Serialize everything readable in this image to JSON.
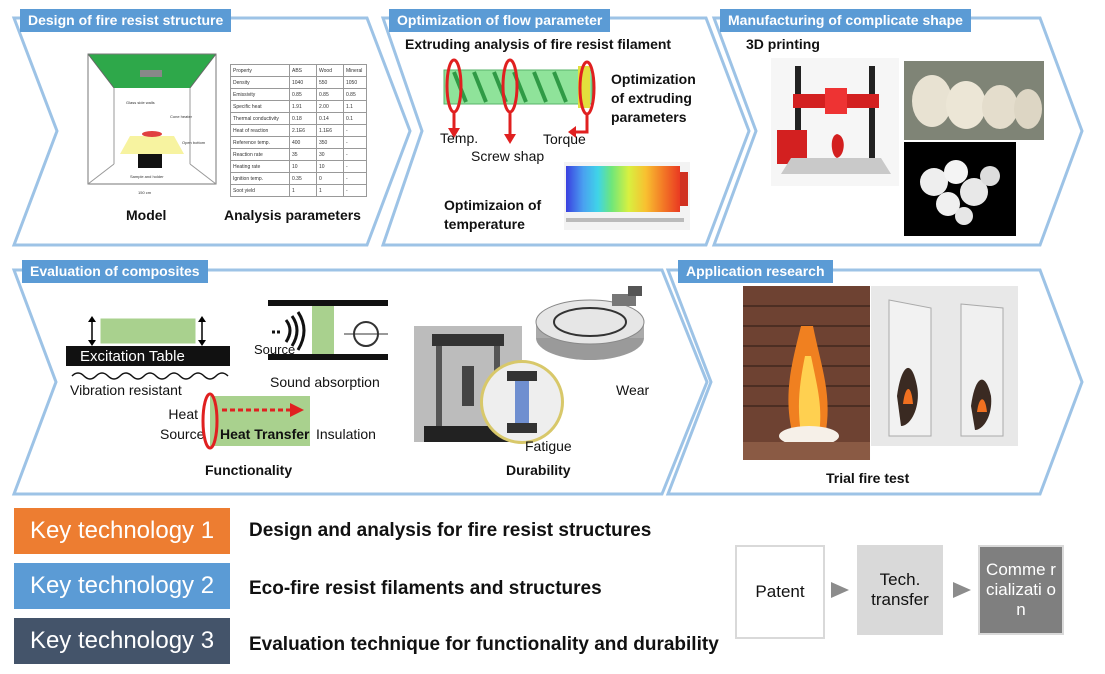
{
  "panels": {
    "design": {
      "title": "Design of fire resist structure",
      "model_label": "Model",
      "analysis_label": "Analysis parameters",
      "model_caption": "Model"
    },
    "flow": {
      "title": "Optimization of flow parameter",
      "subtitle": "Extruding analysis of fire resist filament",
      "temp": "Temp.",
      "screw": "Screw shap",
      "torque": "Torque",
      "opt_extruding": "Optimization of extruding parameters",
      "opt_temperature": "Optimizaion of temperature"
    },
    "manufacturing": {
      "title": "Manufacturing of complicate shape",
      "printing": "3D printing"
    },
    "evaluation": {
      "title": "Evaluation of composites",
      "excitation_table": "Excitation Table",
      "vibration": "Vibration resistant",
      "source": "Source",
      "sound": "Sound absorption",
      "heat_source": "Heat Source",
      "heat_transfer": "Heat Transfer",
      "insulation": "Insulation",
      "functionality": "Functionality",
      "fatigue": "Fatigue",
      "wear": "Wear",
      "durability": "Durability"
    },
    "application": {
      "title": "Application research",
      "trial": "Trial fire test"
    }
  },
  "key_technologies": [
    {
      "label": "Key technology 1",
      "desc": "Design and analysis for fire resist structures",
      "color": "#ed7d31"
    },
    {
      "label": "Key technology 2",
      "desc": "Eco-fire resist filaments and structures",
      "color": "#5b9bd5"
    },
    {
      "label": "Key technology 3",
      "desc": "Evaluation technique for functionality and durability",
      "color": "#44546a"
    }
  ],
  "flow_steps": [
    {
      "label": "Patent"
    },
    {
      "label": "Tech. transfer"
    },
    {
      "label": "Comme rcializati on"
    }
  ],
  "colors": {
    "accent": "#5b9bd5",
    "border": "#9dc3e6",
    "red": "#e02020"
  }
}
